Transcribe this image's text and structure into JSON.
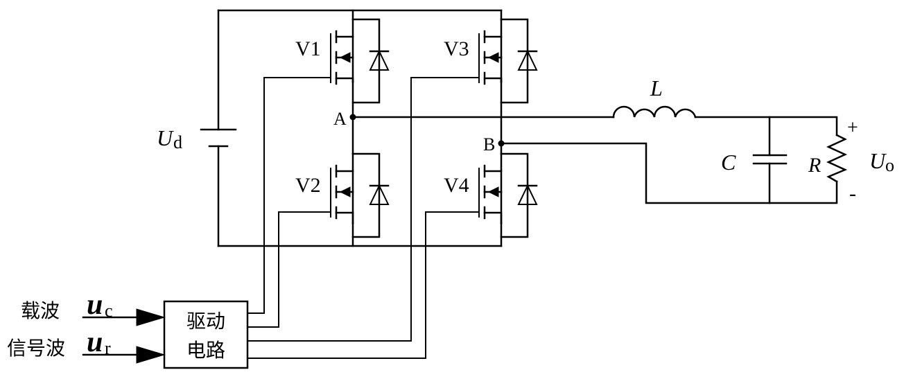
{
  "switches": {
    "v1": "V1",
    "v2": "V2",
    "v3": "V3",
    "v4": "V4"
  },
  "nodes": {
    "a": "A",
    "b": "B"
  },
  "source": {
    "symbol": "U",
    "subscript": "d"
  },
  "filter": {
    "inductor": "L",
    "capacitor": "C"
  },
  "load": {
    "resistor": "R",
    "output_symbol": "U",
    "output_subscript": "o",
    "plus": "+",
    "minus": "-"
  },
  "driver": {
    "line1": "驱动",
    "line2": "电路"
  },
  "inputs": {
    "carrier_label": "载波",
    "carrier_symbol": "u",
    "carrier_subscript": "c",
    "signal_label": "信号波",
    "signal_symbol": "u",
    "signal_subscript": "r"
  }
}
